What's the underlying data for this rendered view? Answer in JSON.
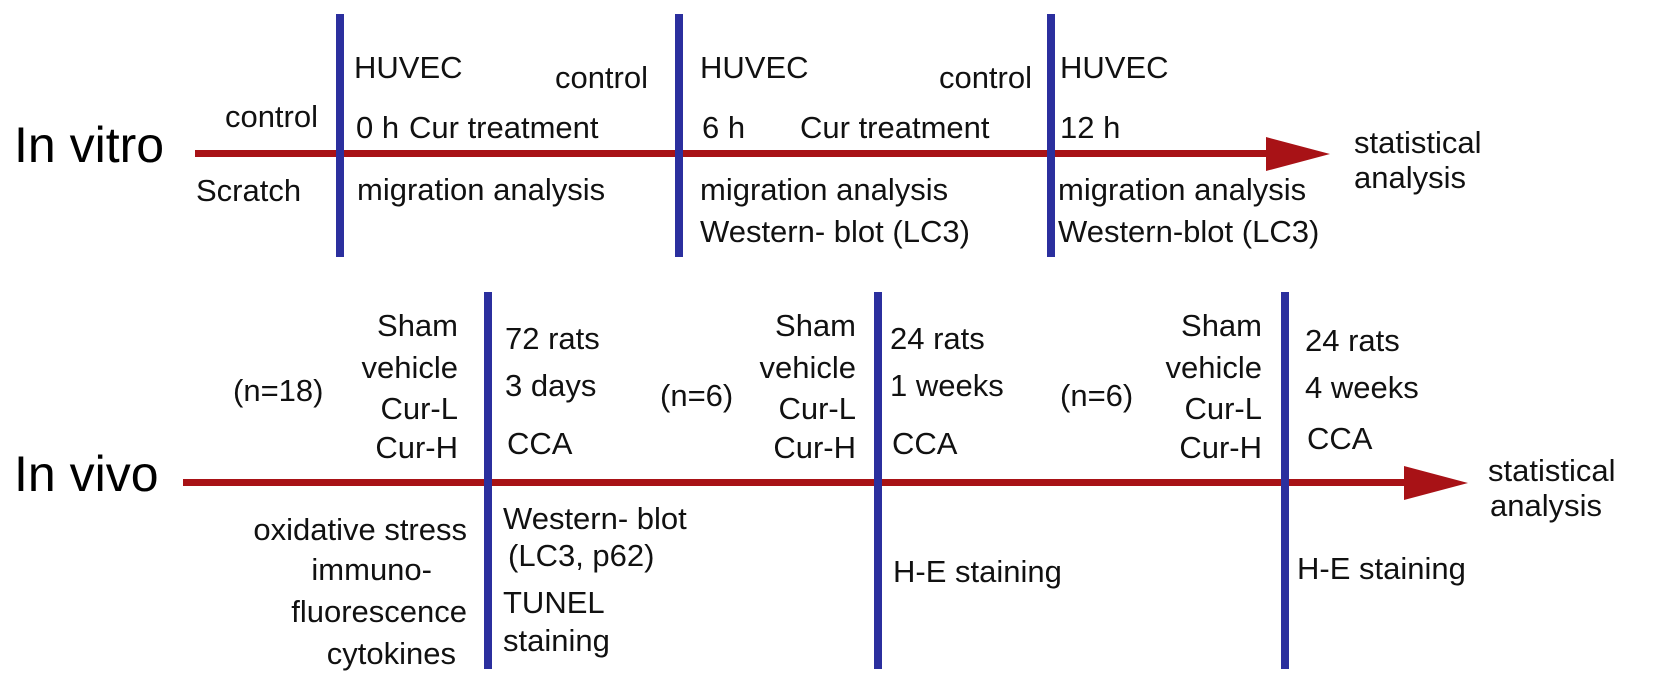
{
  "colors": {
    "timeline_red": "#a81216",
    "divider_blue": "#2b2f9e",
    "text": "#111111"
  },
  "in_vitro": {
    "label": "In vitro",
    "seg0": {
      "above": "control",
      "below": "Scratch"
    },
    "seg1": {
      "cells": "HUVEC",
      "control": "control",
      "time": "0 h",
      "treatment": "Cur treatment",
      "analysis1": "migration analysis"
    },
    "seg2": {
      "cells": "HUVEC",
      "control": "control",
      "time": "6 h",
      "treatment": "Cur treatment",
      "analysis1": "migration analysis",
      "analysis2": "Western- blot (LC3)"
    },
    "seg3": {
      "cells": "HUVEC",
      "time": "12 h",
      "analysis1": "migration analysis",
      "analysis2": "Western-blot (LC3)"
    },
    "endpoint_line1": "statistical",
    "endpoint_line2": "analysis"
  },
  "in_vivo": {
    "label": "In vivo",
    "seg0": {
      "n": "(n=18)",
      "groups": [
        "Sham",
        "vehicle",
        "Cur-L",
        "Cur-H"
      ],
      "assays": [
        "oxidative stress",
        "immuno-",
        "fluorescence",
        "cytokines"
      ]
    },
    "seg1": {
      "count": "72 rats",
      "duration": "3 days",
      "model": "CCA",
      "n": "(n=6)",
      "groups": [
        "Sham",
        "vehicle",
        "Cur-L",
        "Cur-H"
      ],
      "assays": [
        "Western- blot",
        "(LC3, p62)",
        "TUNEL",
        "staining"
      ]
    },
    "seg2": {
      "count": "24 rats",
      "duration": "1 weeks",
      "model": "CCA",
      "n": "(n=6)",
      "groups": [
        "Sham",
        "vehicle",
        "Cur-L",
        "Cur-H"
      ],
      "assay": "H-E staining"
    },
    "seg3": {
      "count": "24 rats",
      "duration": "4 weeks",
      "model": "CCA",
      "assay": "H-E staining"
    },
    "endpoint_line1": "statistical",
    "endpoint_line2": "analysis"
  }
}
